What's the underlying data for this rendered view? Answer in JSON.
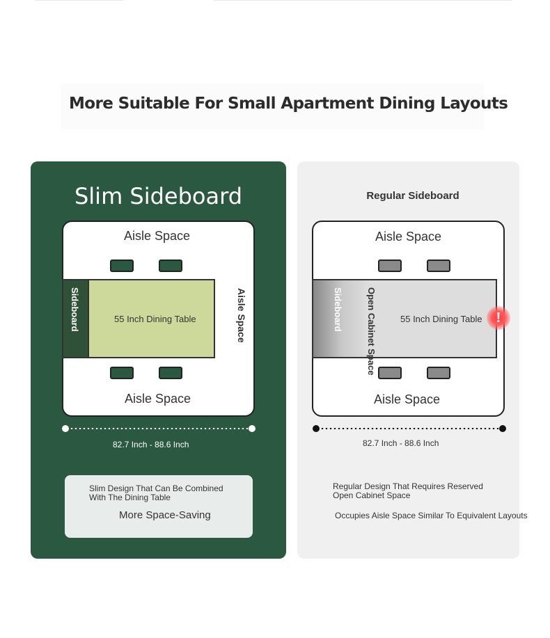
{
  "headline": "More Suitable For Small Apartment Dining Layouts",
  "slim": {
    "title": "Slim Sideboard",
    "aisle_top": "Aisle Space",
    "aisle_right": "Aisle Space",
    "aisle_bottom": "Aisle Space",
    "sideboard": "Sideboard",
    "table": "55 Inch Dining Table",
    "dimension": "82.7 Inch - 88.6 Inch",
    "card_desc": "Slim Design That Can Be Combined\nWith The Dining Table",
    "card_main": "More Space-Saving",
    "color": "#2b5841"
  },
  "regular": {
    "title": "Regular Sideboard",
    "aisle_top": "Aisle Space",
    "aisle_bottom": "Aisle Space",
    "sideboard": "Sideboard",
    "cabinet": "Open Cabinet Space",
    "table": "55 Inch Dining Table",
    "warning": "!",
    "dimension": "82.7 Inch - 88.6 Inch",
    "desc": "Regular Design That Requires Reserved\nOpen Cabinet Space",
    "main": "Occupies Aisle Space Similar To Equivalent Layouts",
    "color": "#f0f0f0"
  }
}
